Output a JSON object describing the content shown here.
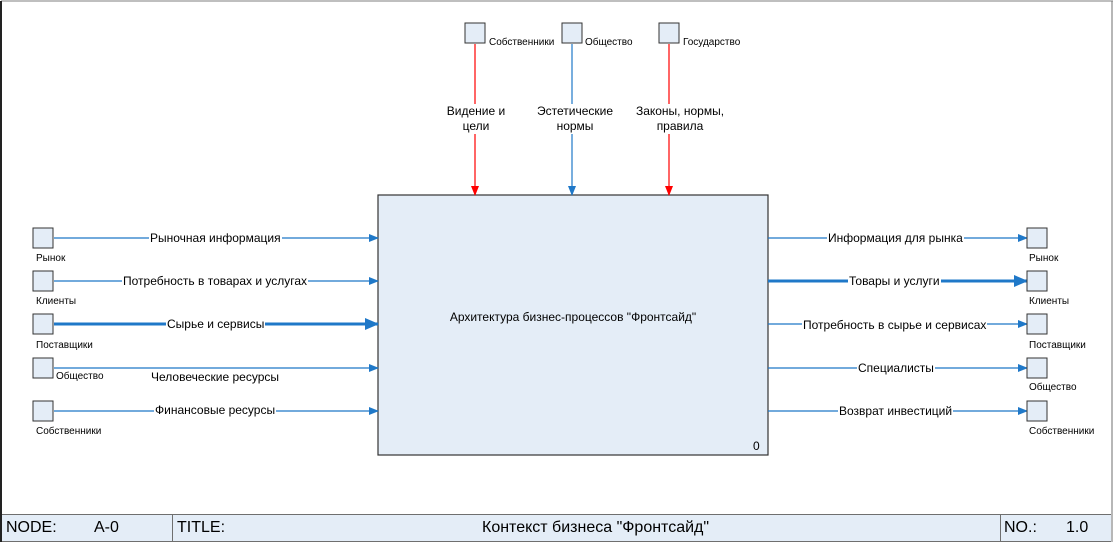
{
  "diagram": {
    "process": {
      "title": "Архитектура бизнес-процессов \"Фронтсайд\"",
      "number": "0"
    },
    "controls": [
      {
        "source": "Собственники",
        "label_line1": "Видение и",
        "label_line2": "цели",
        "color": "#ff0000"
      },
      {
        "source": "Общество",
        "label_line1": "Эстетические",
        "label_line2": "нормы",
        "color": "#1f78c8"
      },
      {
        "source": "Государство",
        "label_line1": "Законы, нормы,",
        "label_line2": "правила",
        "color": "#ff0000"
      }
    ],
    "inputs": [
      {
        "source": "Рынок",
        "label": "Рыночная информация",
        "weight": "normal"
      },
      {
        "source": "Клиенты",
        "label": "Потребность в товарах и услугах",
        "weight": "normal"
      },
      {
        "source": "Поставщики",
        "label": "Сырье и сервисы",
        "weight": "bold"
      },
      {
        "source": "Общество",
        "label": "Человеческие ресурсы",
        "weight": "normal"
      },
      {
        "source": "Собственники",
        "label": "Финансовые ресурсы",
        "weight": "normal"
      }
    ],
    "outputs": [
      {
        "target": "Рынок",
        "label": "Информация для рынка",
        "weight": "normal"
      },
      {
        "target": "Клиенты",
        "label": "Товары и услуги",
        "weight": "bold"
      },
      {
        "target": "Поставщики",
        "label": "Потребность в сырье и сервисах",
        "weight": "normal"
      },
      {
        "target": "Общество",
        "label": "Специалисты",
        "weight": "normal"
      },
      {
        "target": "Собственники",
        "label": "Возврат инвестиций",
        "weight": "normal"
      }
    ],
    "colors": {
      "arrow_blue": "#1f78c8",
      "arrow_red": "#ff0000",
      "box_fill": "#e4edf7"
    }
  },
  "footer": {
    "node_label": "NODE:",
    "node_value": "A-0",
    "title_label": "TITLE:",
    "title_value": "Контекст бизнеса \"Фронтсайд\"",
    "no_label": "NO.:",
    "no_value": "1.0"
  }
}
